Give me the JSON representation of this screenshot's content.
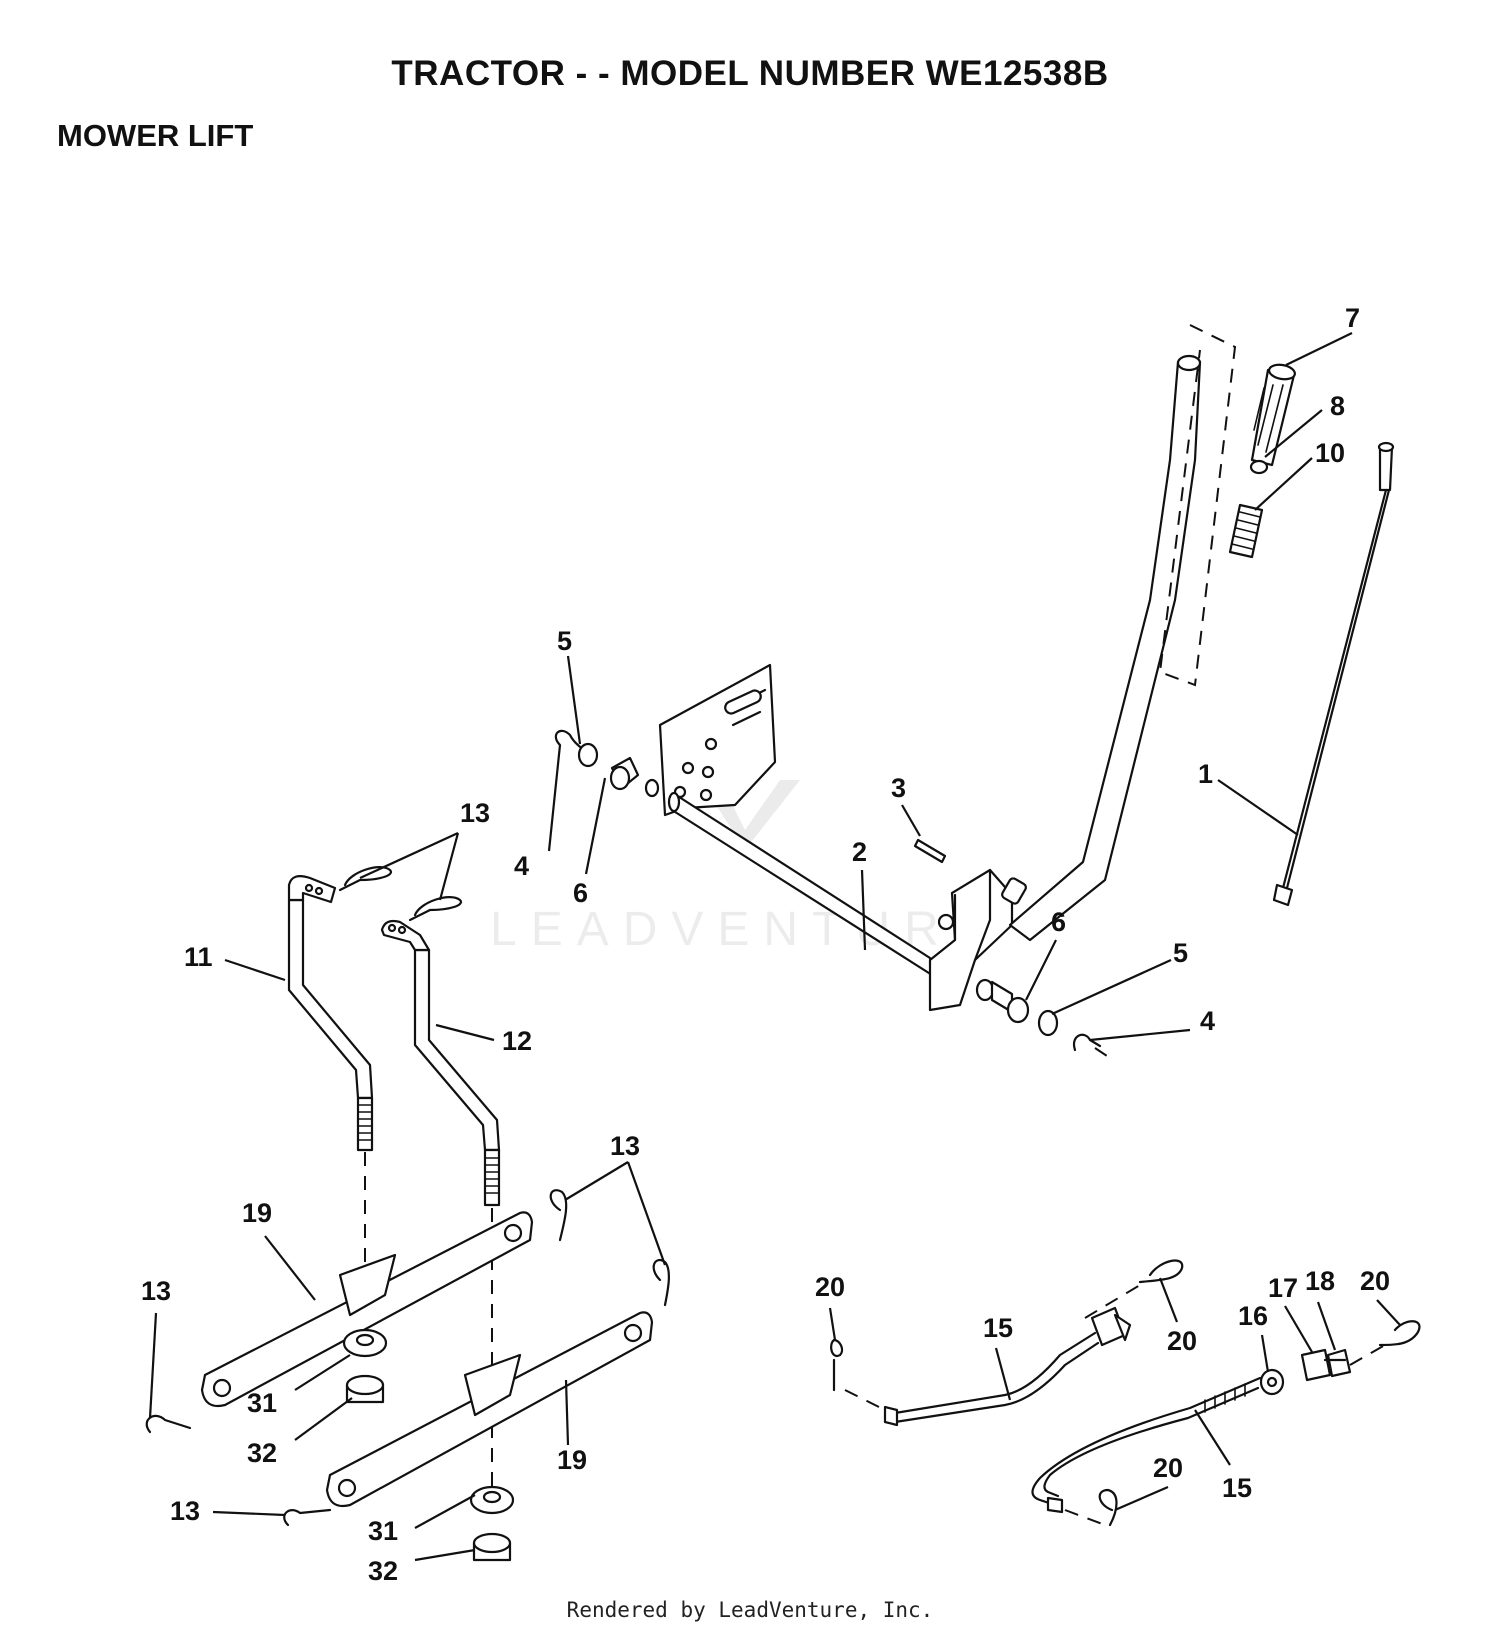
{
  "header": {
    "title": "TRACTOR - - MODEL NUMBER WE12538B",
    "subtitle": "MOWER LIFT"
  },
  "watermark": "LEADVENTURE",
  "footer": "Rendered by LeadVenture, Inc.",
  "callouts": {
    "c1": "1",
    "c2": "2",
    "c3": "3",
    "c4a": "4",
    "c4b": "4",
    "c5a": "5",
    "c5b": "5",
    "c6a": "6",
    "c6b": "6",
    "c7": "7",
    "c8": "8",
    "c10": "10",
    "c11": "11",
    "c12": "12",
    "c13a": "13",
    "c13b": "13",
    "c13c": "13",
    "c13d": "13",
    "c15a": "15",
    "c15b": "15",
    "c16": "16",
    "c17": "17",
    "c18": "18",
    "c19a": "19",
    "c19b": "19",
    "c20a": "20",
    "c20b": "20",
    "c20c": "20",
    "c20d": "20",
    "c31a": "31",
    "c31b": "31",
    "c32a": "32",
    "c32b": "32"
  }
}
